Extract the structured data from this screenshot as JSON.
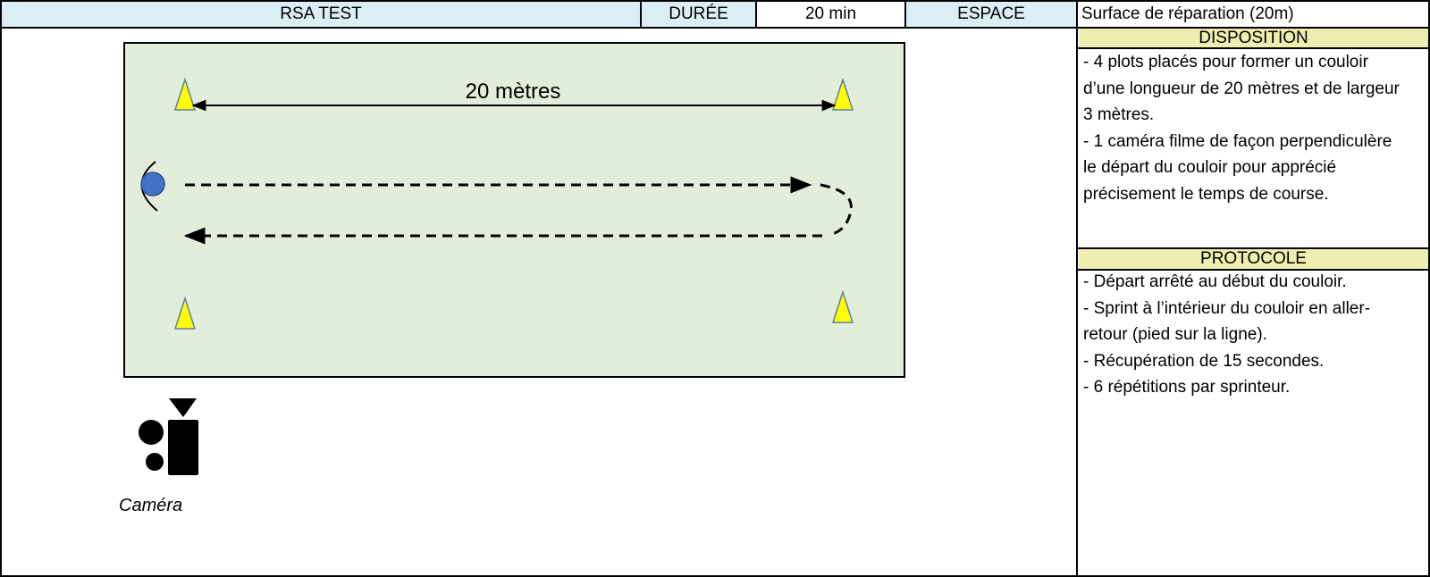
{
  "header": {
    "title": "RSA TEST",
    "duration_label": "DURÉE",
    "duration_value": "20 min",
    "space_label": "ESPACE",
    "space_value": "Surface de réparation (20m)"
  },
  "disposition": {
    "heading": "DISPOSITION",
    "lines": [
      "- 4 plots placés pour former un couloir",
      "d’une longueur de 20 mètres et de largeur",
      "3 mètres.",
      "- 1 caméra filme de façon perpendiculère",
      "le départ du couloir pour apprécié",
      "précisement le temps de course."
    ]
  },
  "protocole": {
    "heading": "PROTOCOLE",
    "lines": [
      "- Départ arrêté au début du couloir.",
      "- Sprint à l’intérieur du couloir en aller-",
      "retour (pied sur la ligne).",
      "- Récupération de 15 secondes.",
      "- 6 répétitions par sprinteur."
    ]
  },
  "diagram": {
    "distance_label": "20 mètres",
    "camera_label": "Caméra",
    "field_color": "#e2eed9",
    "cone_color": "#ffff00",
    "player_color": "#4472c4",
    "icons": [
      "cone-icon",
      "player-icon",
      "camera-icon"
    ]
  }
}
